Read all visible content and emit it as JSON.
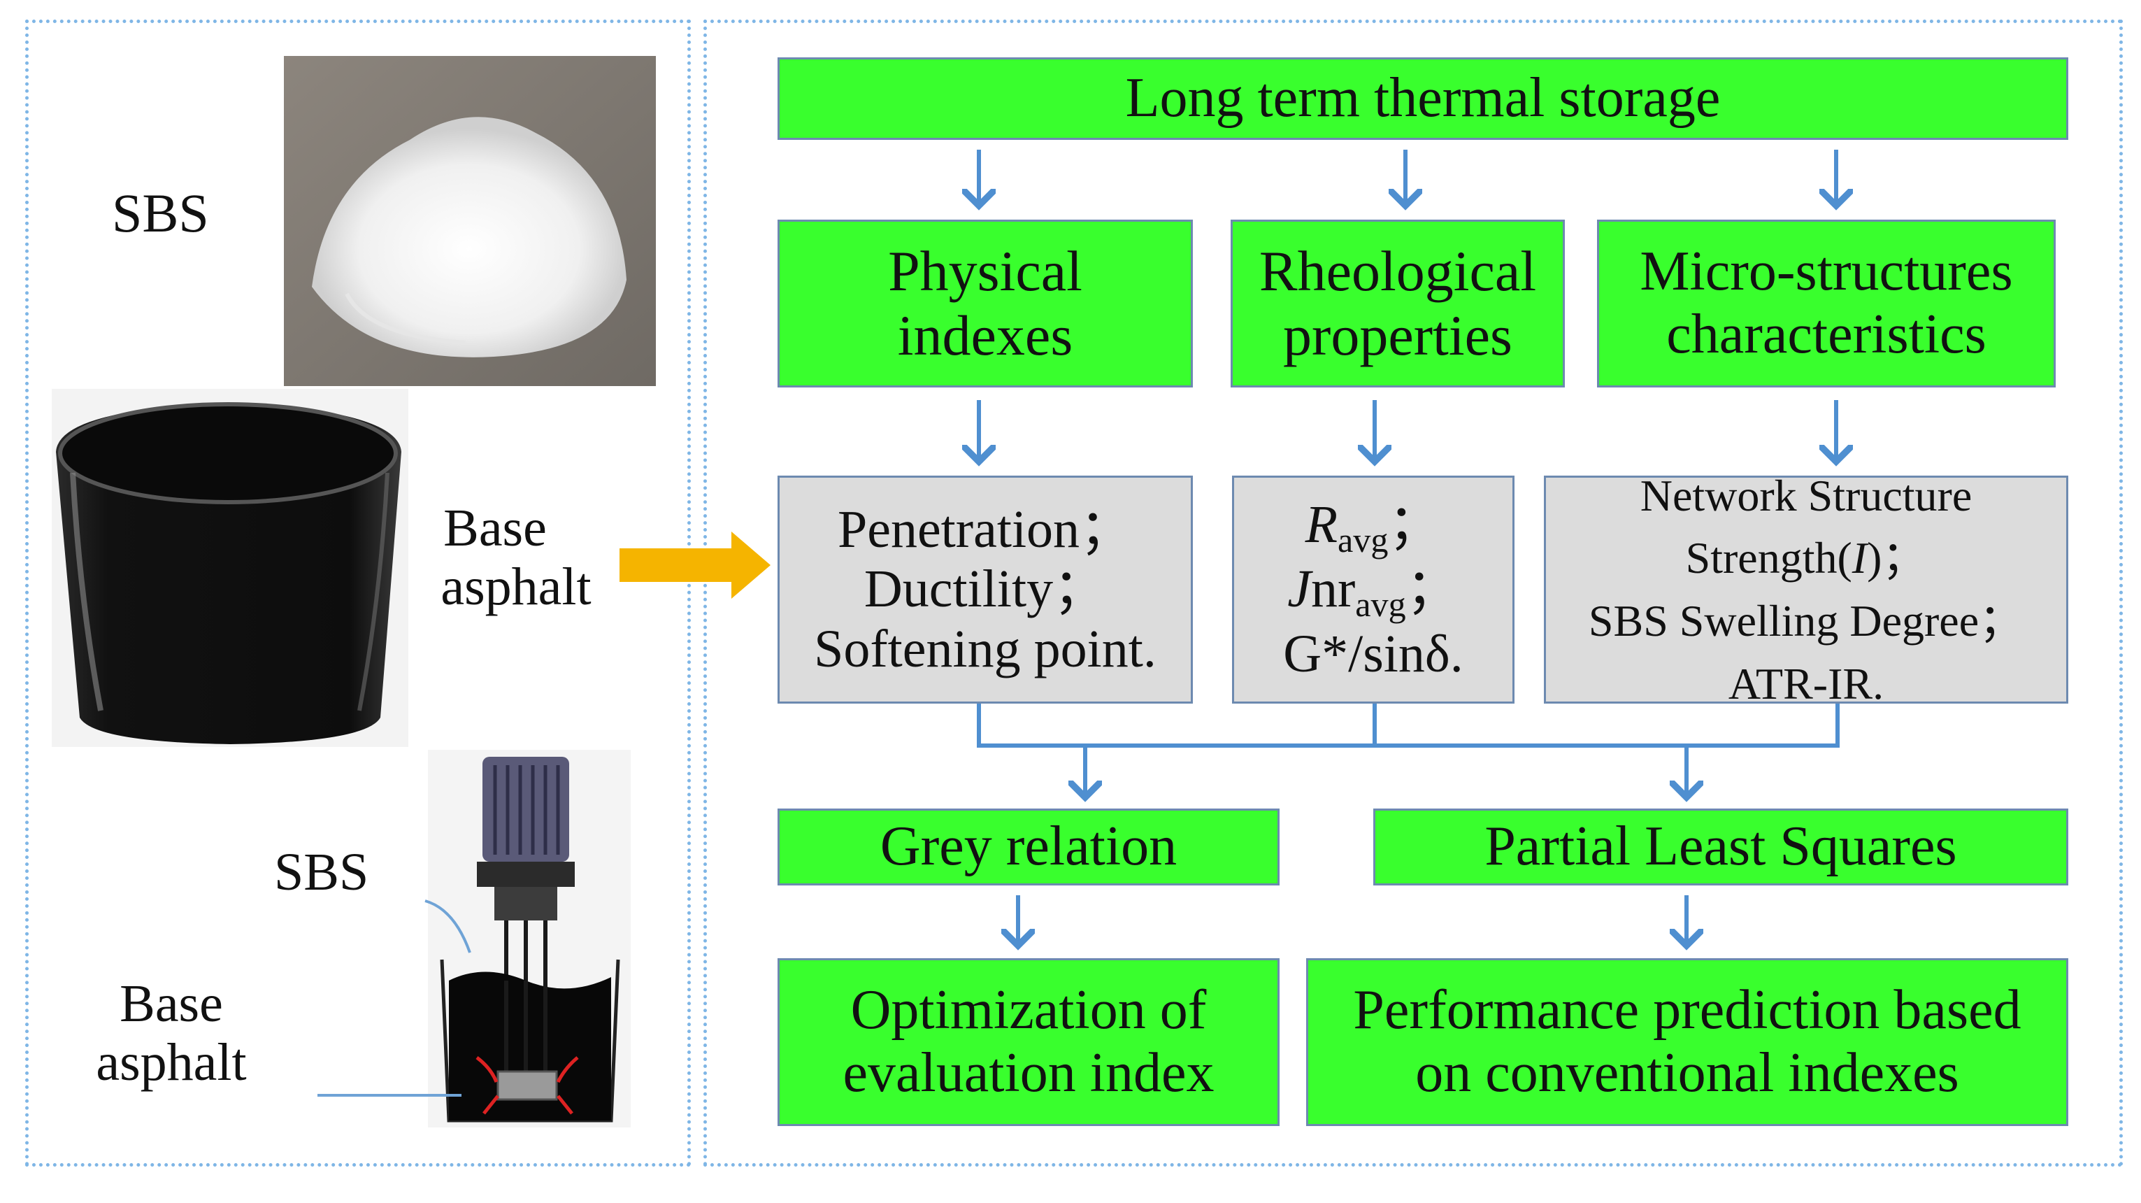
{
  "left_panel": {
    "sbs_label": "SBS",
    "base_asphalt_line1": "Base",
    "base_asphalt_line2": "asphalt",
    "mixer_sbs_label": "SBS",
    "mixer_base_line1": "Base",
    "mixer_base_line2": "asphalt"
  },
  "flow": {
    "top": "Long term thermal storage",
    "cat1_line1": "Physical",
    "cat1_line2": "indexes",
    "cat2_line1": "Rheological",
    "cat2_line2": "properties",
    "cat3_line1": "Micro-structures",
    "cat3_line2": "characteristics",
    "phys_1": "Penetration；",
    "phys_2": "Ductility；",
    "phys_3": "Softening point.",
    "rheo_1_main": "R",
    "rheo_1_sub": "avg",
    "rheo_1_end": "；",
    "rheo_2_main_it": "J",
    "rheo_2_main": "nr",
    "rheo_2_sub": "avg",
    "rheo_2_end": "；",
    "rheo_3": "G*/sinδ.",
    "micro_1": "Network Structure",
    "micro_2a": "Strength(",
    "micro_2b": "I",
    "micro_2c": ")；",
    "micro_3": "SBS Swelling Degree；",
    "micro_4": "ATR-IR.",
    "grey": "Grey relation",
    "pls": "Partial Least Squares",
    "opt_line1": "Optimization of",
    "opt_line2": "evaluation index",
    "perf_line1": "Performance prediction based",
    "perf_line2": "on conventional indexes"
  },
  "colors": {
    "box_green": "#39ff2d",
    "box_grey": "#dcdcdc",
    "arrow_blue": "#4f8fd0",
    "arrow_orange": "#f5b400",
    "panel_border": "#7fb6e6"
  }
}
